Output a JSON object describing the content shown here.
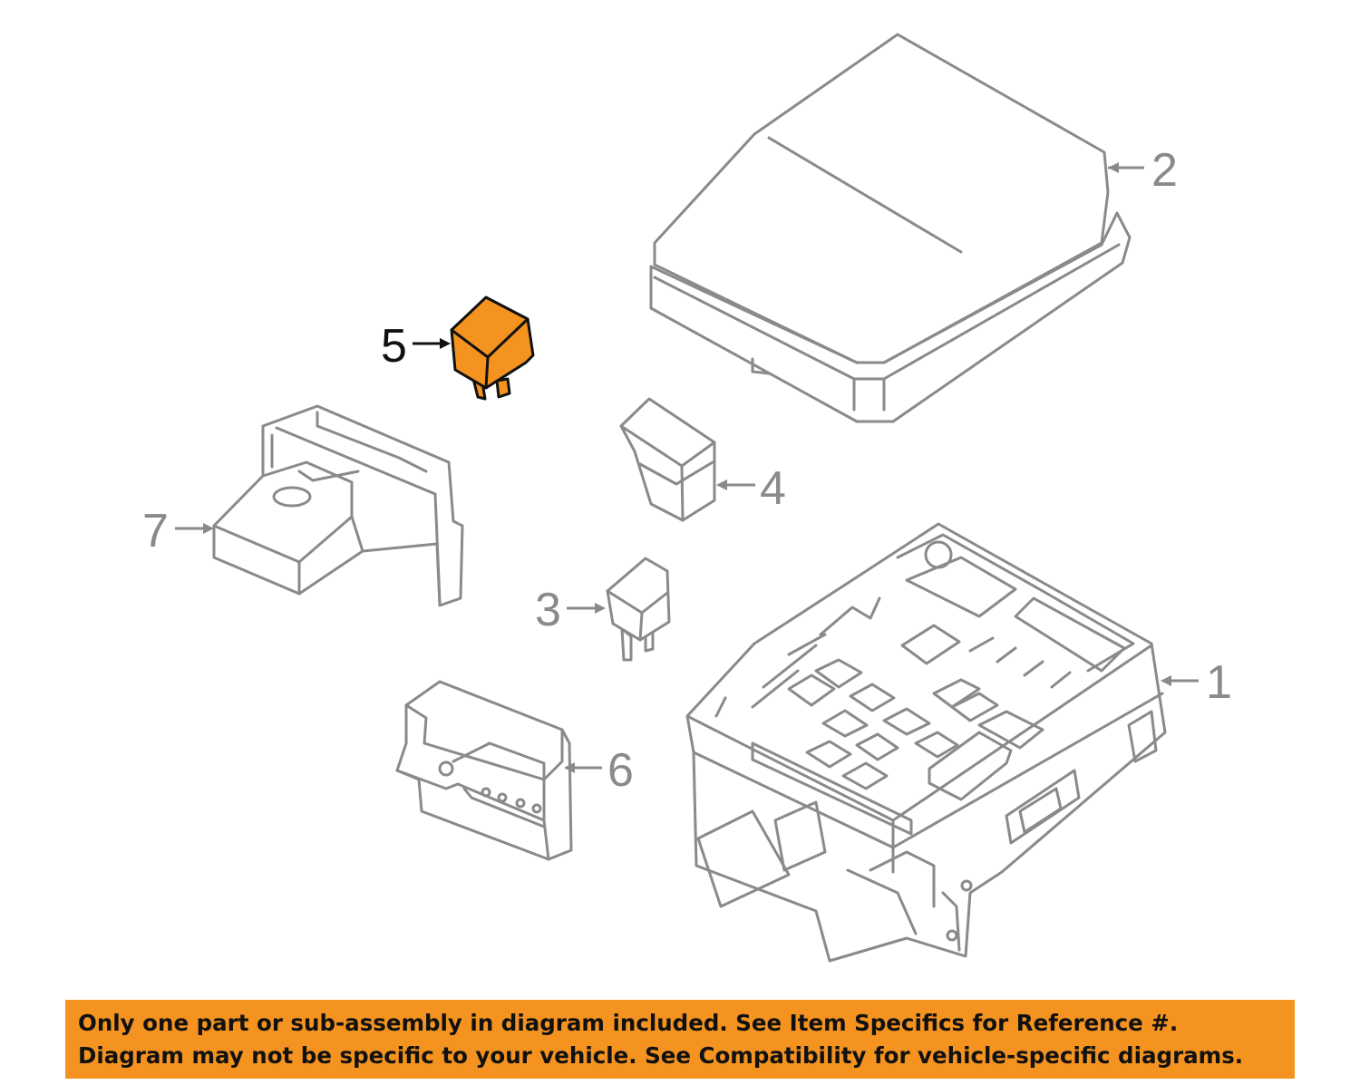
{
  "callouts": {
    "c1": "1",
    "c2": "2",
    "c3": "3",
    "c4": "4",
    "c5": "5",
    "c6": "6",
    "c7": "7"
  },
  "highlight_color": "#f4931f",
  "highlighted_part": "5",
  "notice": {
    "line1": "Only one part or sub-assembly in diagram included. See Item Specifics for Reference #.",
    "line2": "Diagram may not be specific to your vehicle. See Compatibility for vehicle-specific diagrams."
  }
}
